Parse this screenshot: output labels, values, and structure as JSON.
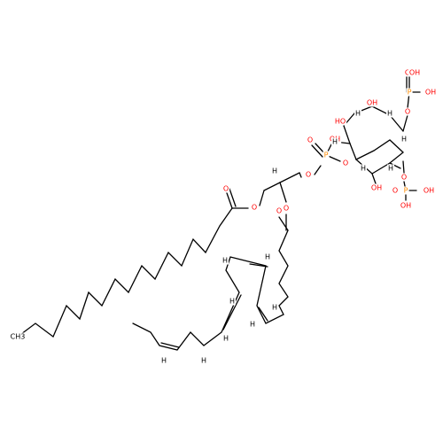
{
  "colors": {
    "carbon": "#000000",
    "oxygen": "#ff0000",
    "phosphorus": "#ff8c00"
  },
  "atom_labels": {
    "ch3": "CH3",
    "o_ester1": "O",
    "o_carbonyl1": "O",
    "o_ester2": "O",
    "o_carbonyl2": "O",
    "o_glycerol_p": "O",
    "p1": "P",
    "o_p1_double": "O",
    "oh_p1": "OH",
    "o_inositol_p1": "O",
    "p2": "P",
    "o_p2_double": "O",
    "oh_p2": "OH",
    "o_inositol_p2": "O",
    "p3": "P",
    "o_p3_double": "O",
    "oh_p3a": "OH",
    "oh_p3b": "OH",
    "ho_ring_left": "HO",
    "oh_ring_top": "OH",
    "oh_ring_bottom": "OH",
    "oh_p2_bottom": "OH",
    "h": "H"
  }
}
